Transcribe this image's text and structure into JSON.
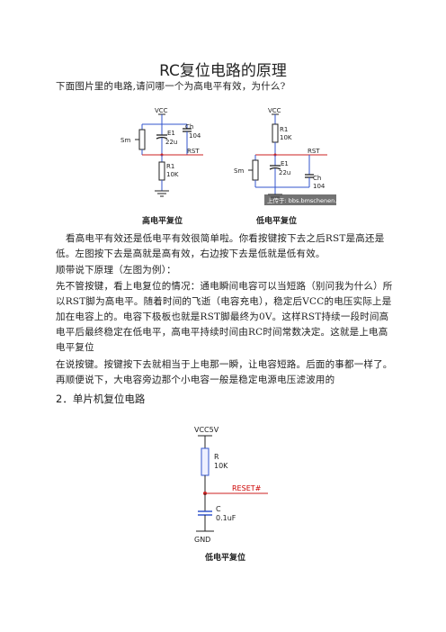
{
  "title": "RC复位电路的原理",
  "question": "下面图片里的电路,请问哪一个为高电平有效，为什么?",
  "left_circuit": {
    "vcc": "VCC",
    "switch": "Sm",
    "electrolytic": "E1",
    "electrolytic_value": "22u",
    "cap": "Ch",
    "cap_value": "104",
    "output": "RST",
    "resistor": "R1",
    "resistor_value": "10K"
  },
  "right_circuit": {
    "vcc": "VCC",
    "resistor": "R1",
    "resistor_value": "10K",
    "output": "RST",
    "switch": "Sm",
    "electrolytic": "E1",
    "electrolytic_value": "22u",
    "cap": "Ch",
    "cap_value": "104",
    "watermark": "上传于: bbs.bmschenen.com"
  },
  "caption_left": "高电平复位",
  "caption_right": "低电平复位",
  "paragraphs": [
    "看高电平有效还是低电平有效很简单啦。你看按键按下去之后RST是高还是低。左图按下去是高就是高有效，右边按下去是低就是低有效。",
    "顺带说下原理（左图为例）：",
    "先不管按键，看上电复位的情况：通电瞬间电容可以当短路（别问我为什么）所以RST脚为高电平。随着时间的飞逝（电容充电），稳定后VCC的电压实际上是加在电容上的。电容下极板也就是RST脚最终为0V。这样RST持续一段时间高电平后最终稳定在低电平，高电平持续时间由RC时间常数决定。这就是上电高电平复位",
    "在说按键。按键按下去就相当于上电那一瞬，让电容短路。后面的事都一样了。再顺便说下，大电容旁边那个小电容一般是稳定电源电压滤波用的"
  ],
  "section2_heading": "2．单片机复位电路",
  "mcu_circuit": {
    "vcc": "VCC5V",
    "resistor": "R",
    "resistor_value": "10K",
    "reset": "RESET#",
    "cap": "C",
    "cap_value": "0.1uF",
    "gnd": "GND"
  },
  "caption_bottom": "低电平复位",
  "colors": {
    "wire_blue": "#3355cc",
    "wire_red": "#cc2222",
    "wire_dark": "#222222",
    "reset_red": "#cc0000",
    "gnd_green": "#3a8a3a"
  }
}
